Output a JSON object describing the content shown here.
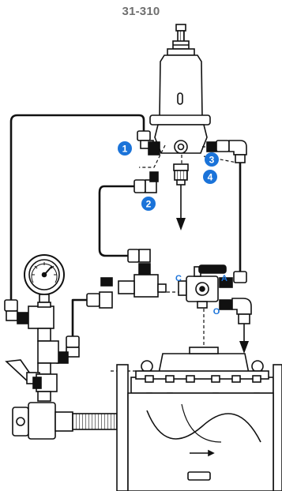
{
  "title": "31-310",
  "callouts": [
    "1",
    "2",
    "3",
    "4"
  ],
  "port_labels": {
    "c": "C",
    "a": "A",
    "o": "O"
  },
  "colors": {
    "accent": "#1a73d9",
    "line": "#111111",
    "fitting": "#ffffff"
  }
}
